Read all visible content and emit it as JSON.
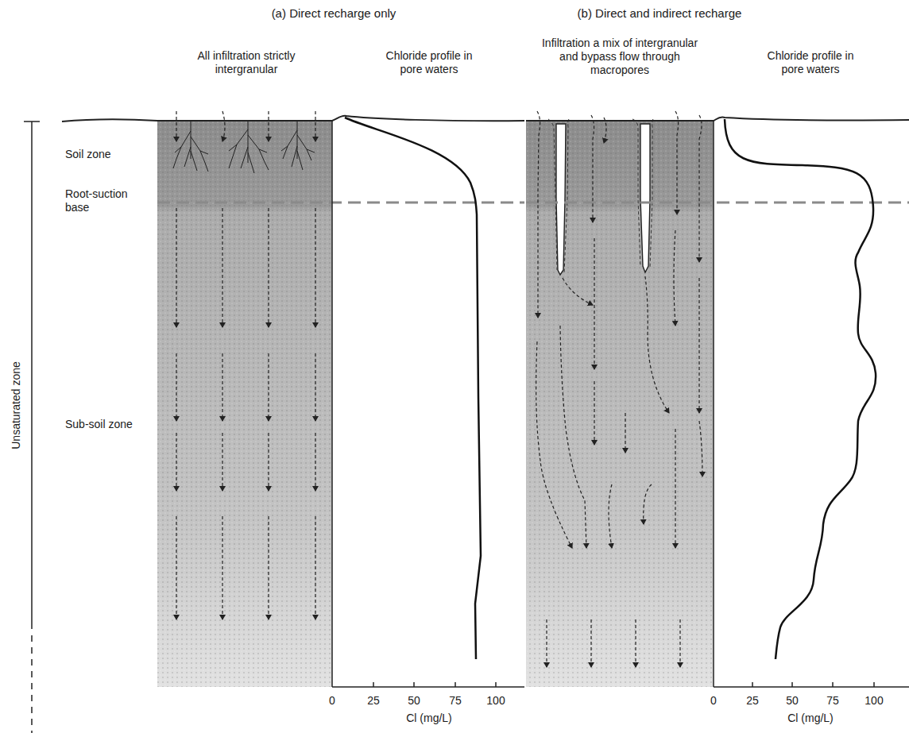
{
  "diagram": {
    "labels": [
      "(a) Direct recharge only",
      "(b) Direct and indirect recharge",
      "All infiltration strictly intergranular",
      "Chloride profile in pore waters",
      "Infiltration a mix of intergranular and bypass flow through macropores",
      "Chloride profile in pore waters",
      "Soil zone",
      "Root-suction base",
      "Sub-soil zone",
      "Unsaturated zone",
      "0",
      "25",
      "50",
      "75",
      "100",
      "Cl (mg/L)",
      "0",
      "25",
      "50",
      "75",
      "100",
      "Cl (mg/L)"
    ]
  }
}
